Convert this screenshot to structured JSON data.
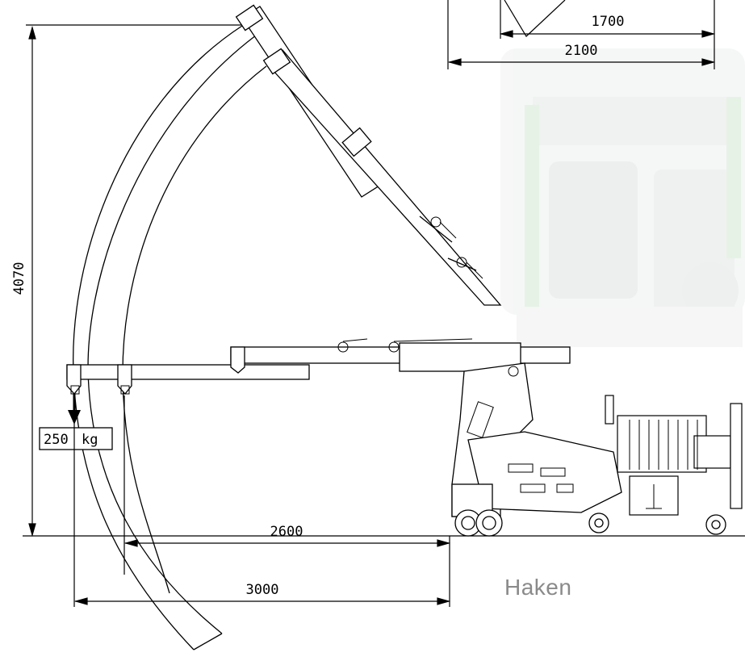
{
  "dimensions": {
    "height_total": "4070",
    "reach_inner": "2600",
    "reach_outer": "3000",
    "top_width_inner": "1700",
    "top_width_outer": "2100"
  },
  "load": {
    "value": "250",
    "unit": "kg"
  },
  "caption": "Haken",
  "colors": {
    "line": "#000000",
    "caption": "#8a8a8a",
    "ghost": "#e6ebe8",
    "accent_ghost": "#cfe6cf"
  }
}
